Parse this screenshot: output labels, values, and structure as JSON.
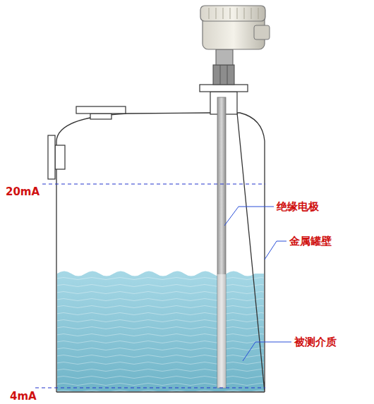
{
  "diagram": {
    "labels": [
      "20mA",
      "4mA",
      "绝缘电极",
      "金属罐壁",
      "被测介质"
    ]
  }
}
